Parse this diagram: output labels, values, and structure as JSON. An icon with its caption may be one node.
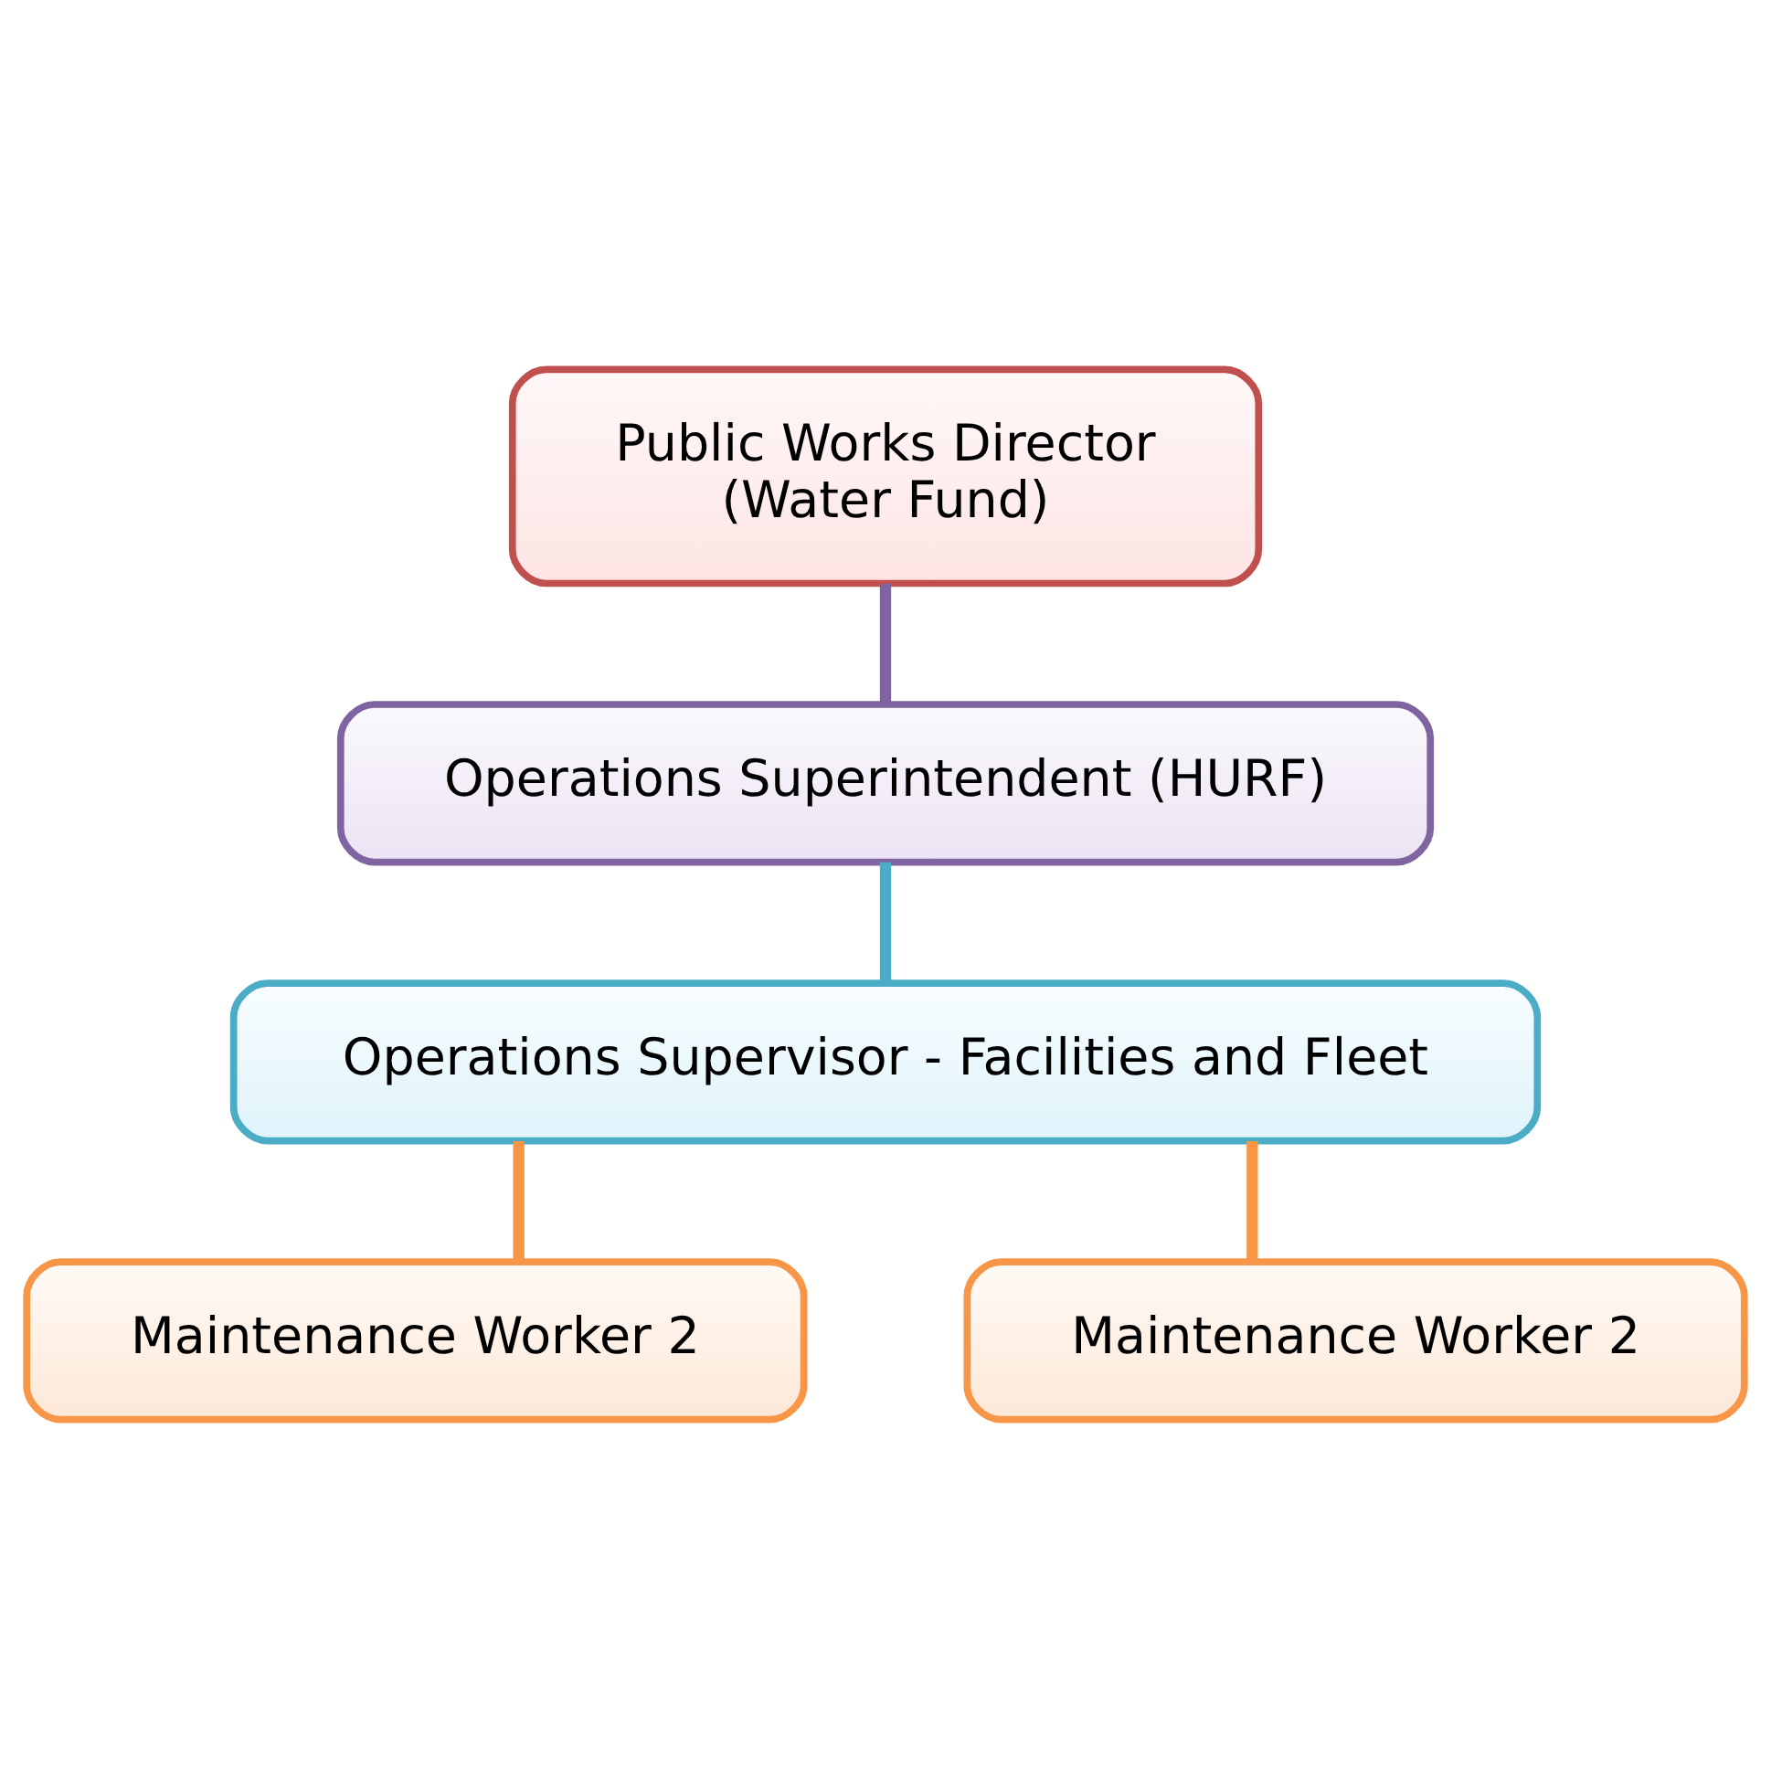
{
  "diagram": {
    "nodes": [
      {
        "text": [
          "Public Works Director",
          "(Water Fund)"
        ]
      },
      {
        "text": [
          "Operations Superintendent (HURF)"
        ]
      },
      {
        "text": [
          "Operations Supervisor - Facilities and Fleet"
        ]
      },
      {
        "text": [
          "Maintenance Worker 2"
        ]
      },
      {
        "text": [
          "Maintenance Worker 2"
        ]
      }
    ],
    "edges": [
      {
        "from": 0,
        "to": 1,
        "arrow": "none",
        "color": "#8064a2"
      },
      {
        "from": 1,
        "to": 2,
        "arrow": "none",
        "color": "#4bacc6"
      },
      {
        "from": 2,
        "to": 3,
        "arrow": "none"
      },
      {
        "from": 2,
        "to": 4,
        "arrow": "none"
      }
    ]
  }
}
